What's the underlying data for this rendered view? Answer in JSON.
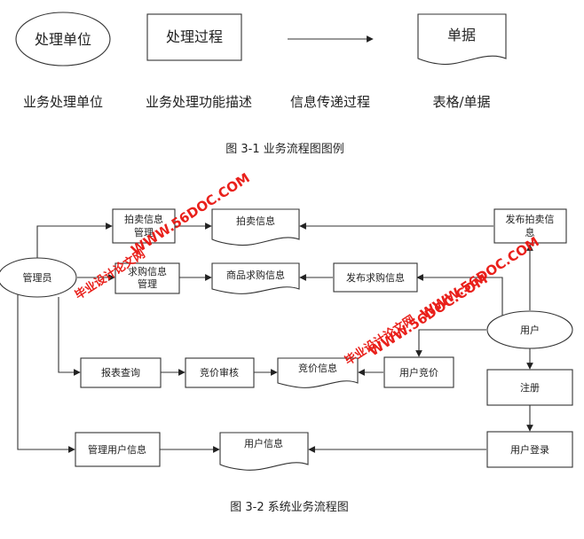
{
  "legend": {
    "items": [
      {
        "shape_text": "处理单位",
        "caption": "业务处理单位"
      },
      {
        "shape_text": "处理过程",
        "caption": "业务处理功能描述"
      },
      {
        "shape_text": "",
        "caption": "信息传递过程"
      },
      {
        "shape_text": "单据",
        "caption": "表格/单据"
      }
    ],
    "figure_caption": "图 3-1  业务流程图图例"
  },
  "diagram": {
    "nodes": {
      "admin": "管理员",
      "user": "用户",
      "auction_mgmt": "拍卖信息管理",
      "auction_doc": "拍卖信息",
      "publish_auction": "发布拍卖信息",
      "purchase_mgmt": "求购信息管理",
      "purchase_doc": "商品求购信息",
      "publish_purchase": "发布求购信息",
      "report_query": "报表查询",
      "bid_review": "竞价审核",
      "bid_doc": "竞价信息",
      "user_bid": "用户竞价",
      "register": "注册",
      "manage_users": "管理用户信息",
      "user_doc": "用户信息",
      "user_login": "用户登录"
    },
    "figure_caption": "图 3-2  系统业务流程图"
  },
  "watermarks": [
    "WWW.56DOC.COM",
    "毕业设计论文网",
    "WWW.56DOC.COM",
    "毕业设计论文网",
    "WWW.56DOC.COM"
  ],
  "colors": {
    "watermark": "#e8150f",
    "stroke": "#333333"
  }
}
